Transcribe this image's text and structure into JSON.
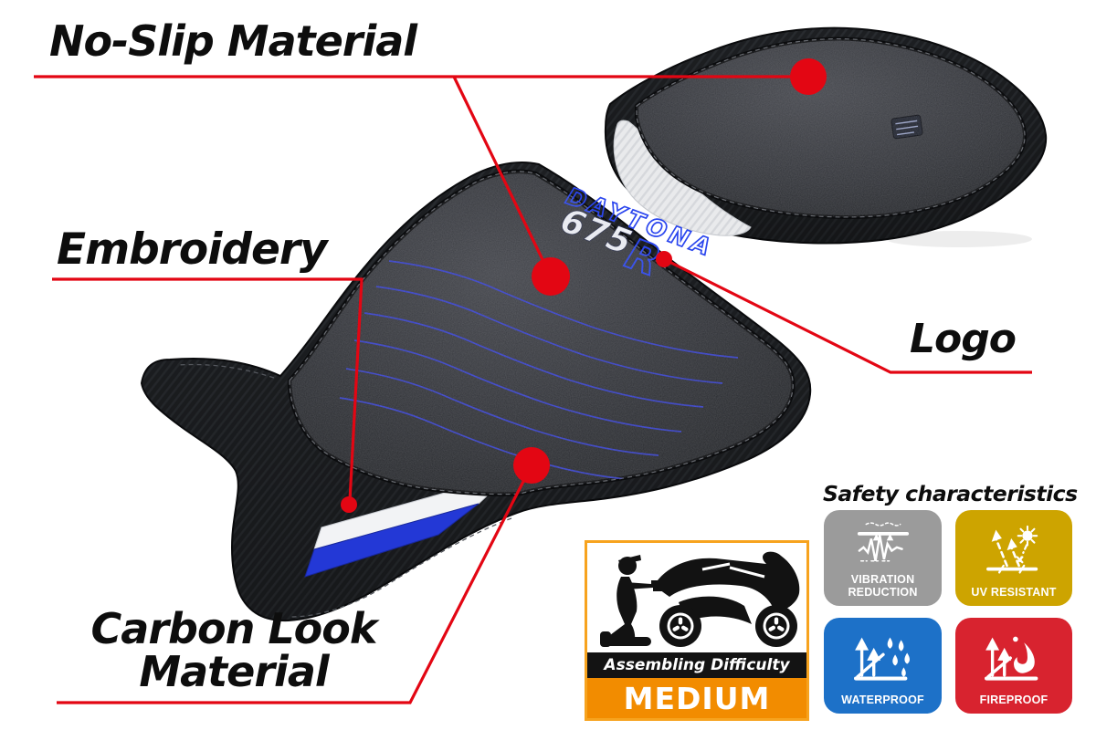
{
  "callouts": {
    "no_slip": {
      "label": "No-Slip Material"
    },
    "embroidery": {
      "label": "Embroidery"
    },
    "logo": {
      "label": "Logo"
    },
    "carbon_look": {
      "label": "Carbon Look Material"
    }
  },
  "seat_logo": {
    "brand": "DAYTONA",
    "number": "675",
    "suffix": "R"
  },
  "safety": {
    "title": "Safety characteristics",
    "badges": [
      {
        "id": "vibration-reduction",
        "label": "VIBRATION REDUCTION",
        "color": "#9b9b9b"
      },
      {
        "id": "uv-resistant",
        "label": "UV RESISTANT",
        "color": "#cda400"
      },
      {
        "id": "waterproof",
        "label": "WATERPROOF",
        "color": "#1d71c8"
      },
      {
        "id": "fireproof",
        "label": "FIREPROOF",
        "color": "#d8232f"
      }
    ]
  },
  "assembly": {
    "title": "Assembling Difficulty",
    "level": "MEDIUM",
    "bar_color": "#f28c00",
    "border_color": "#f7a31e"
  },
  "colors": {
    "callout_red": "#e30613",
    "logo_blue": "#2b46ee",
    "logo_number_fill": "#eef0f6",
    "stitch_blue": "#3742d8",
    "label_black": "#0d0d0d",
    "seat_suede": "#323338",
    "seat_carbon": "#1c1e21"
  }
}
